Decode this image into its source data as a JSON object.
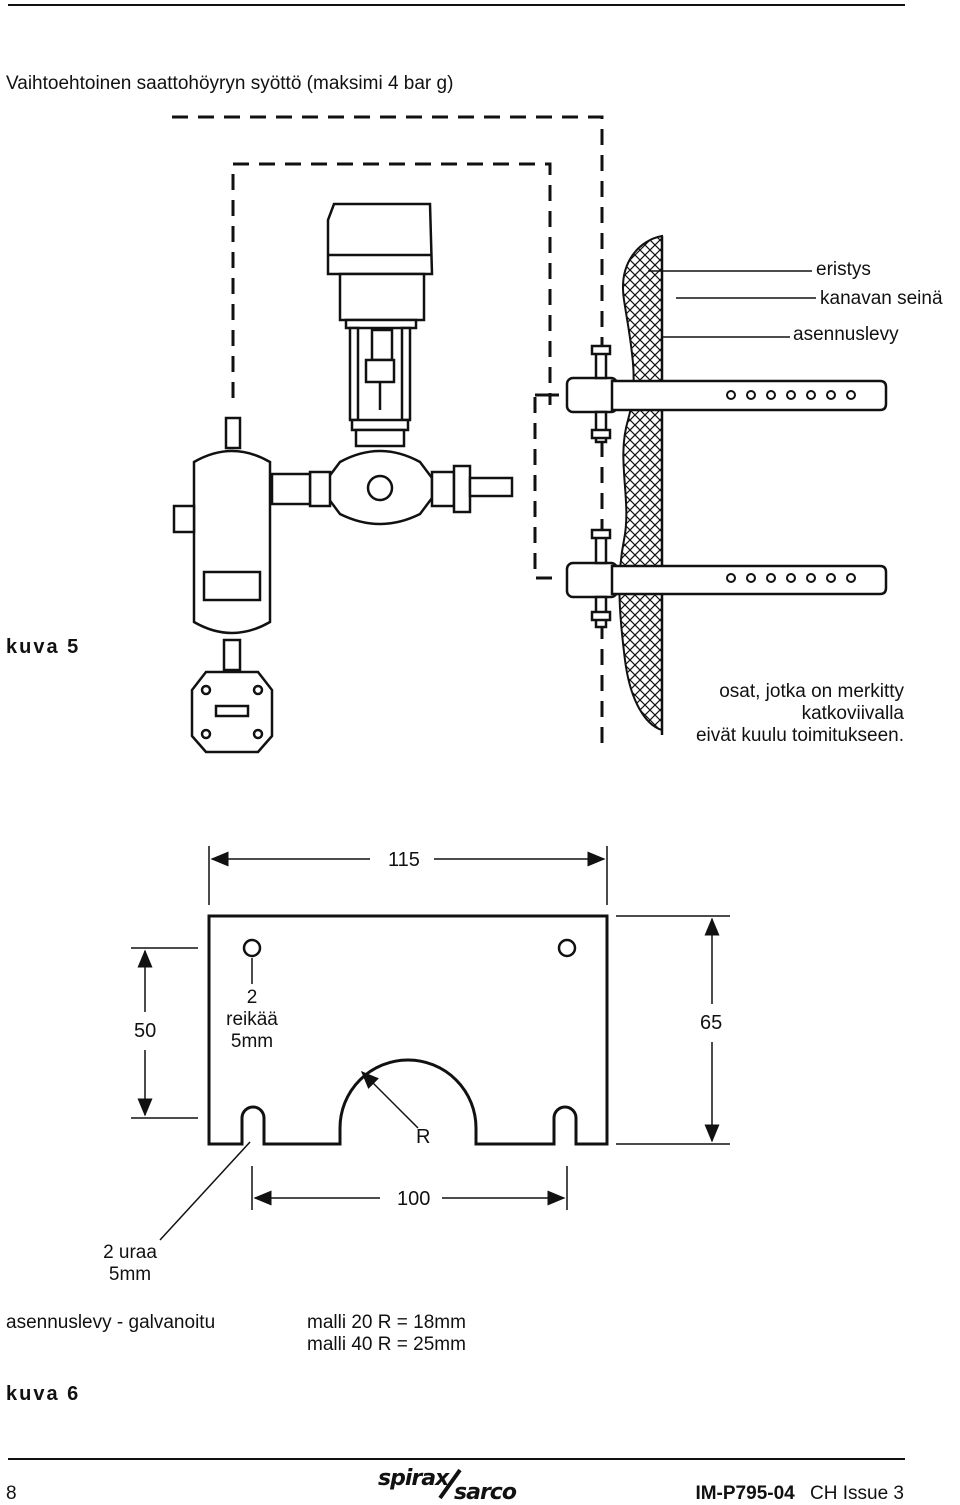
{
  "figure5": {
    "heading": "Vaihtoehtoinen saattohöyryn syöttö (maksimi 4 bar g)",
    "labels": {
      "insulation": "eristys",
      "duct_wall": "kanavan seinä",
      "mounting_plate": "asennuslevy"
    },
    "caption": "kuva 5",
    "note": [
      "osat, jotka on merkitty",
      "katkoviivalla",
      "eivät kuulu toimitukseen."
    ]
  },
  "figure6": {
    "dimensions": {
      "width_top": "115",
      "height_left": "50",
      "height_right": "65",
      "slot_spacing": "100",
      "radius": "R"
    },
    "holes_label": [
      "2",
      "reikää",
      "5mm"
    ],
    "slots_label": [
      "2 uraa",
      "5mm"
    ],
    "plate_label": "asennuslevy - galvanoitu",
    "models": [
      "malli 20 R = 18mm",
      "malli 40 R = 25mm"
    ],
    "caption": "kuva 6"
  },
  "footer": {
    "page_number": "8",
    "logo_top": "spirax",
    "logo_bottom": "sarco",
    "doc_code": "IM-P795-04",
    "issue": "CH Issue 3"
  }
}
